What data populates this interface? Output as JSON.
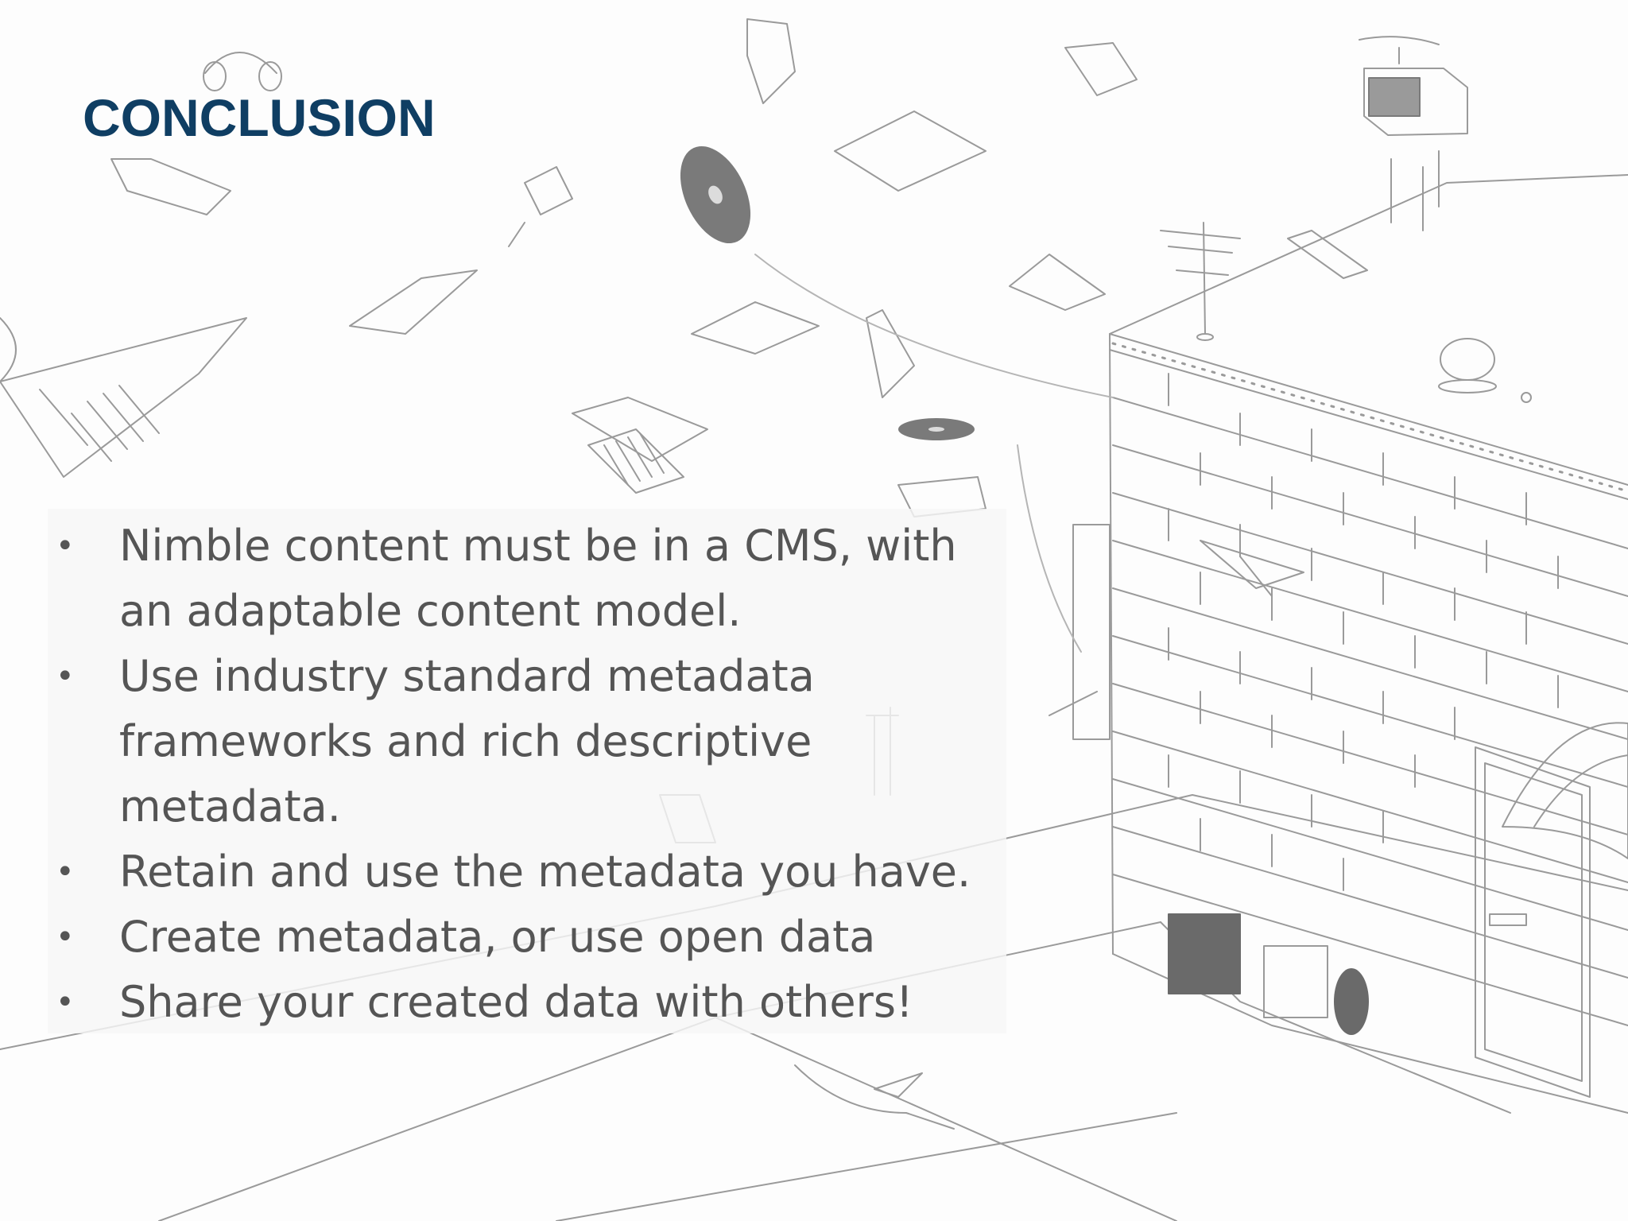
{
  "slide": {
    "title": "CONCLUSION",
    "bullets": [
      "Nimble content must be in a CMS, with an adaptable content model.",
      "Use industry standard metadata frameworks and rich descriptive metadata.",
      "Retain and use the metadata you have.",
      "Create metadata, or use open data",
      "Share your created data with others!"
    ],
    "bullet_symbol": "•",
    "colors": {
      "title": "#0f3e63",
      "body_text": "#555555",
      "sketch_lines": "#8a8a8a",
      "panel": "#f7f7f7"
    }
  }
}
